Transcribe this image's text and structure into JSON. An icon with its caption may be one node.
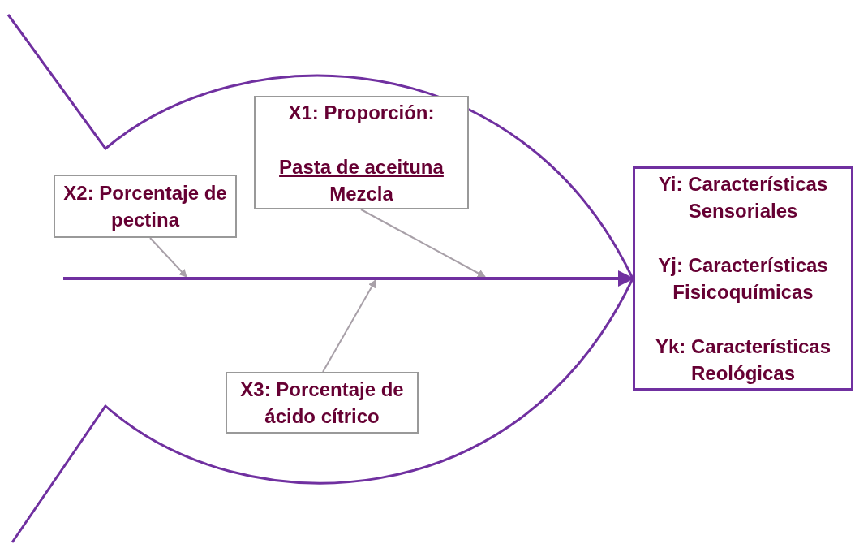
{
  "diagram": {
    "nodes": [
      {
        "text": [
          "X1: Proporción:",
          "Pasta de aceituna",
          "Mezcla"
        ]
      },
      {
        "text": [
          "X2: Porcentaje de pectina"
        ]
      },
      {
        "text": [
          "X3: Porcentaje de ácido cítrico"
        ]
      },
      {
        "text": [
          "Yi: Características Sensoriales",
          "Yj: Características Fisicoquímicas",
          "Yk: Características Reológicas"
        ]
      }
    ],
    "edges": [
      {
        "from": 1,
        "to": null,
        "arrow": "to"
      },
      {
        "from": 0,
        "to": null,
        "arrow": "to"
      },
      {
        "from": 2,
        "to": null,
        "arrow": "to"
      },
      {
        "from": null,
        "to": 3,
        "arrow": "to",
        "style": "thick",
        "color": "#7030a0"
      }
    ]
  }
}
